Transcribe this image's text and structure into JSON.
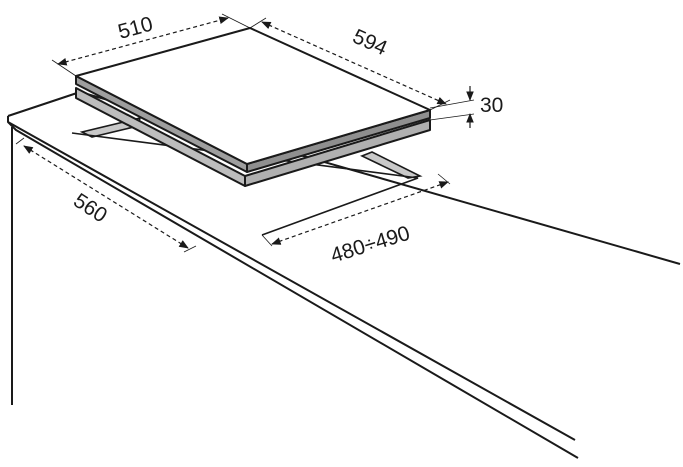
{
  "dimensions": {
    "hob_depth": "510",
    "hob_width": "594",
    "hob_height": "30",
    "cutout_depth": "560",
    "cutout_width": "480÷490"
  }
}
